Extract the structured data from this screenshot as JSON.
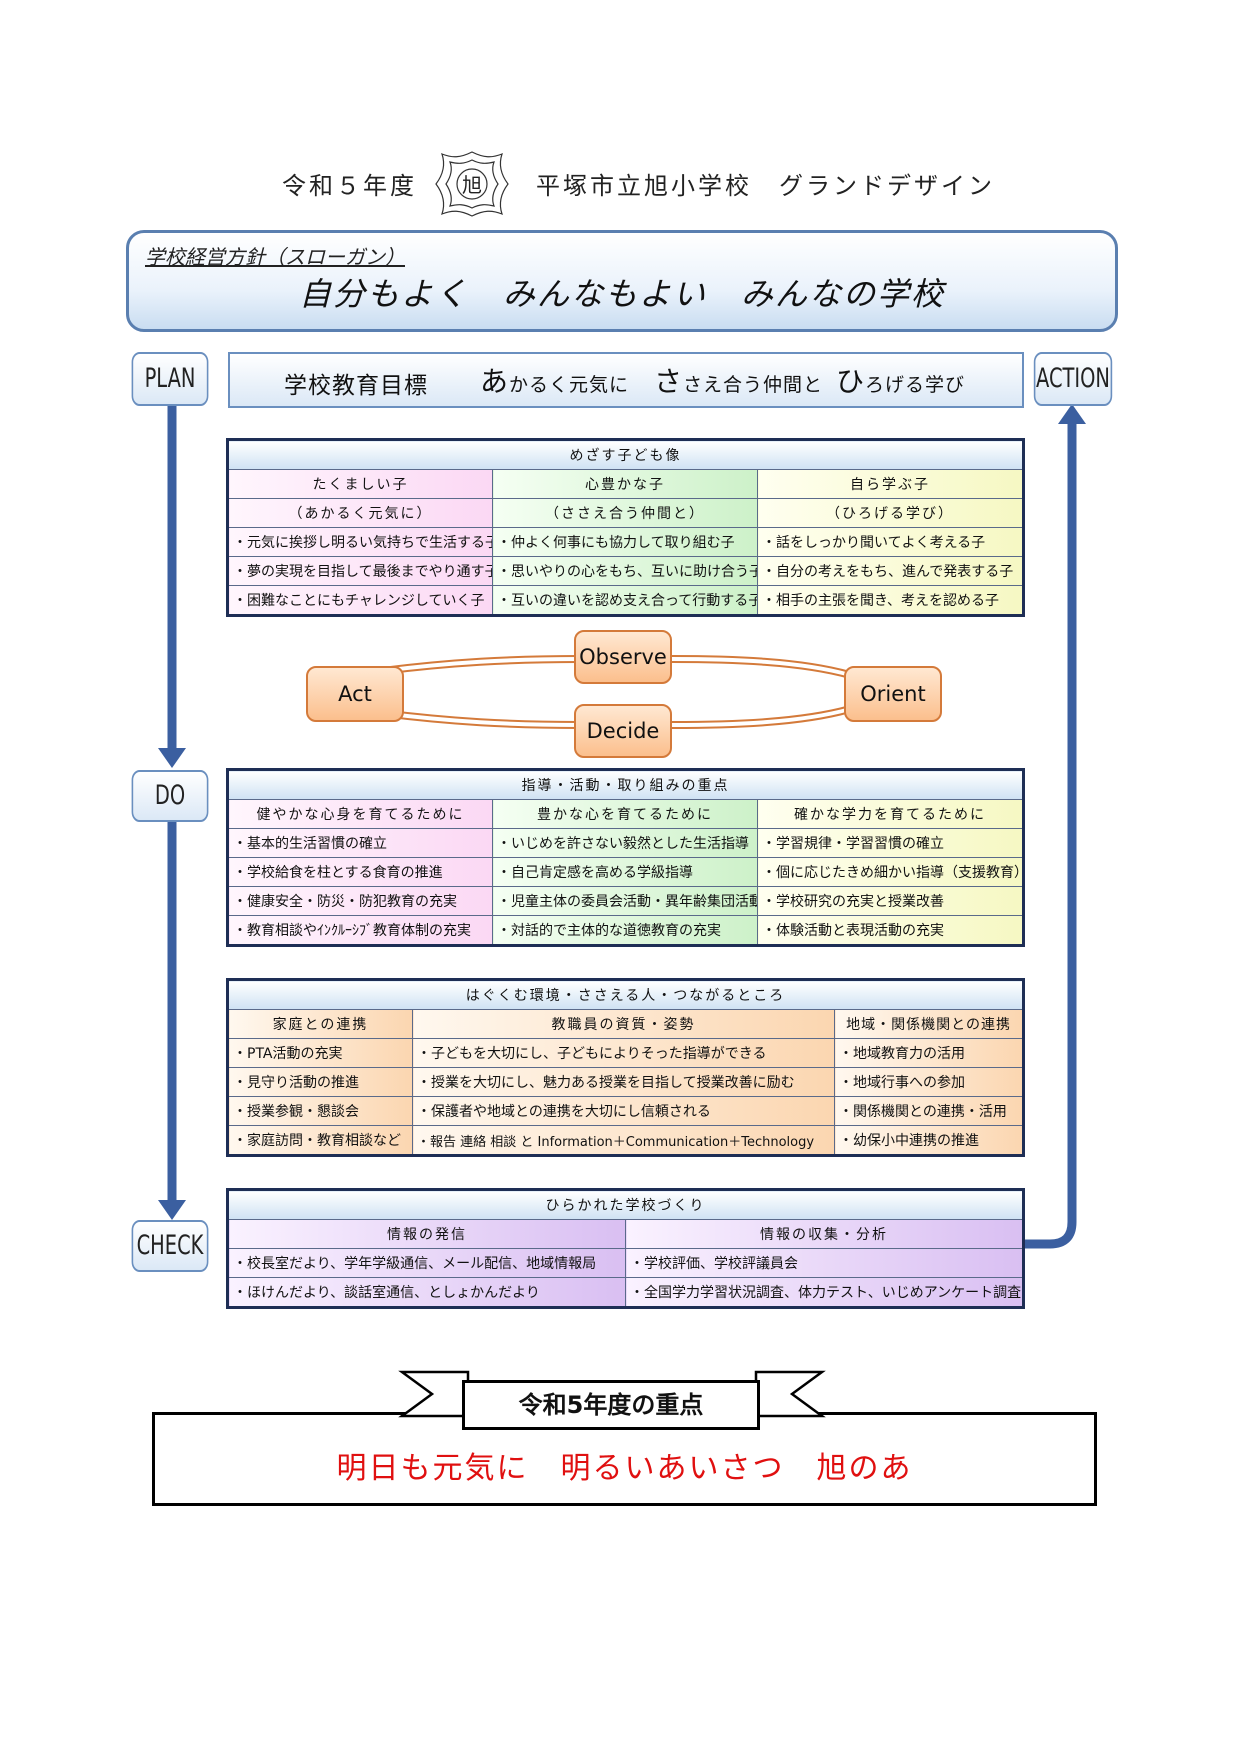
{
  "header": {
    "year": "令和５年度",
    "emblem_char": "旭",
    "school": "平塚市立旭小学校　グランドデザイン"
  },
  "slogan": {
    "label": "学校経営方針（スローガン）",
    "text": "自分もよく　みんなもよい　みんなの学校"
  },
  "pdca": {
    "plan": "PLAN",
    "do": "DO",
    "check": "CHECK",
    "action": "ACTION"
  },
  "goal": {
    "label": "学校教育目標",
    "p1_big": "あ",
    "p1_rest": "かるく元気に",
    "p2_big": "さ",
    "p2_rest": "さえ合う仲間と",
    "p3_big": "ひ",
    "p3_rest": "ろげる学び"
  },
  "child_image": {
    "title": "めざす子ども像",
    "columns": [
      {
        "name": "たくましい子",
        "sub": "（あかるく元気に）",
        "items": [
          "・元気に挨拶し明るい気持ちで生活する子",
          "・夢の実現を目指して最後までやり通す子",
          "・困難なことにもチャレンジしていく子"
        ]
      },
      {
        "name": "心豊かな子",
        "sub": "（ささえ合う仲間と）",
        "items": [
          "・仲よく何事にも協力して取り組む子",
          "・思いやりの心をもち、互いに助け合う子",
          "・互いの違いを認め支え合って行動する子"
        ]
      },
      {
        "name": "自ら学ぶ子",
        "sub": "（ひろげる学び）",
        "items": [
          "・話をしっかり聞いてよく考える子",
          "・自分の考えをもち、進んで発表する子",
          "・相手の主張を聞き、考えを認める子"
        ]
      }
    ]
  },
  "ooda": {
    "observe": "Observe",
    "orient": "Orient",
    "decide": "Decide",
    "act": "Act"
  },
  "focus_points": {
    "title": "指導・活動・取り組みの重点",
    "columns": [
      {
        "name": "健やかな心身を育てるために",
        "items": [
          "・基本的生活習慣の確立",
          "・学校給食を柱とする食育の推進",
          "・健康安全・防災・防犯教育の充実",
          "・教育相談やｲﾝｸﾙｰｼﾌﾞ教育体制の充実"
        ]
      },
      {
        "name": "豊かな心を育てるために",
        "items": [
          "・いじめを許さない毅然とした生活指導",
          "・自己肯定感を高める学級指導",
          "・児童主体の委員会活動・異年齢集団活動",
          "・対話的で主体的な道徳教育の充実"
        ]
      },
      {
        "name": "確かな学力を育てるために",
        "items": [
          "・学習規律・学習習慣の確立",
          "・個に応じたきめ細かい指導（支援教育）",
          "・学校研究の充実と授業改善",
          "・体験活動と表現活動の充実"
        ]
      }
    ]
  },
  "environment": {
    "title": "はぐくむ環境・ささえる人・つながるところ",
    "columns": [
      {
        "name": "家庭との連携",
        "items": [
          "・PTA活動の充実",
          "・見守り活動の推進",
          "・授業参観・懇談会",
          "・家庭訪問・教育相談など"
        ]
      },
      {
        "name": "教職員の資質・姿勢",
        "items": [
          "・子どもを大切にし、子どもによりそった指導ができる",
          "・授業を大切にし、魅力ある授業を目指して授業改善に励む",
          "・保護者や地域との連携を大切にし信頼される",
          "・報告 連絡 相談 と Information＋Communication＋Technology"
        ]
      },
      {
        "name": "地域・関係機関との連携",
        "items": [
          "・地域教育力の活用",
          "・地域行事への参加",
          "・関係機関との連携・活用",
          "・幼保小中連携の推進"
        ]
      }
    ]
  },
  "open_school": {
    "title": "ひらかれた学校づくり",
    "columns": [
      {
        "name": "情報の発信",
        "items": [
          "・校長室だより、学年学級通信、メール配信、地域情報局",
          "・ほけんだより、談話室通信、としょかんだより"
        ]
      },
      {
        "name": "情報の収集・分析",
        "items": [
          "・学校評価、学校評議員会",
          "・全国学力学習状況調査、体力テスト、いじめアンケート調査"
        ]
      }
    ]
  },
  "annual_focus": {
    "label": "令和5年度の重点",
    "text": "明日も元気に　明るいあいさつ　旭のあ"
  },
  "colors": {
    "arrow": "#3b5fa0",
    "focus_text": "#e01010",
    "ooda_fill": "#fbbf8d"
  }
}
